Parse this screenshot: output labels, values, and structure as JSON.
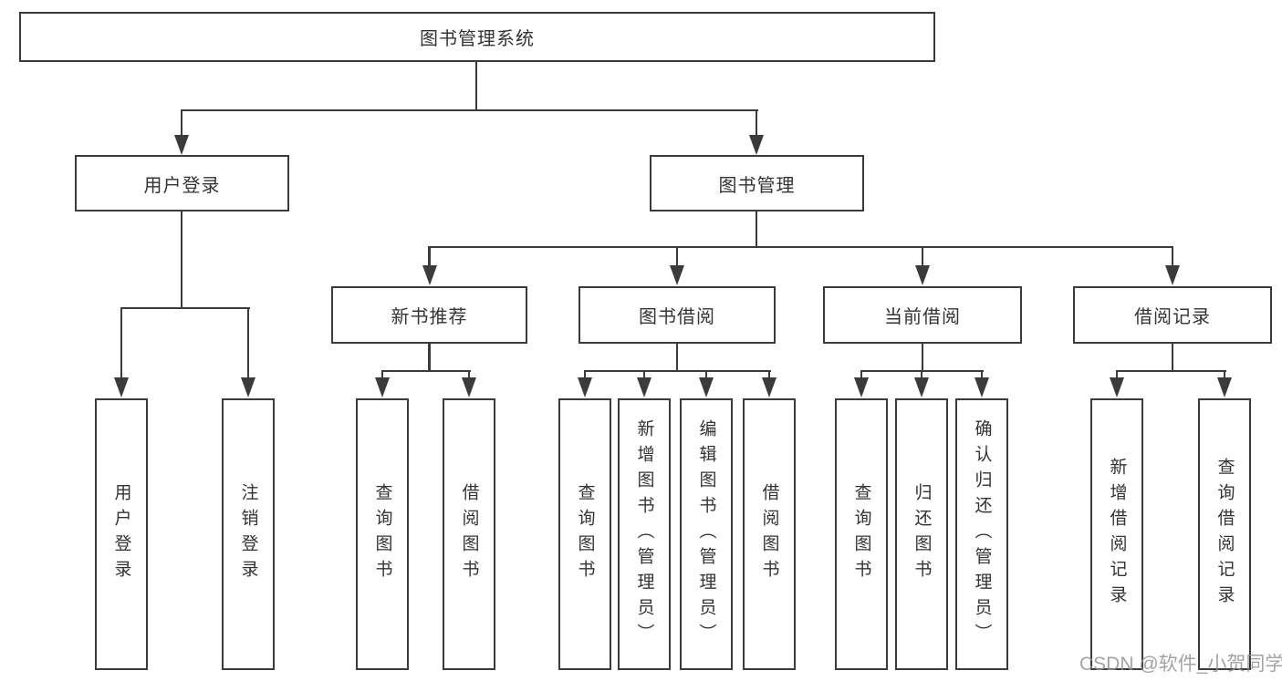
{
  "diagram": {
    "root": {
      "label": "图书管理系统"
    },
    "level2": [
      {
        "label": "用户登录"
      },
      {
        "label": "图书管理"
      }
    ],
    "level3": [
      {
        "label": "新书推荐"
      },
      {
        "label": "图书借阅"
      },
      {
        "label": "当前借阅"
      },
      {
        "label": "借阅记录"
      }
    ],
    "leaves": {
      "user_login": [
        {
          "label": "用户登录"
        },
        {
          "label": "注销登录"
        }
      ],
      "new_book": [
        {
          "label": "查询图书"
        },
        {
          "label": "借阅图书"
        }
      ],
      "book_borrow": [
        {
          "label": "查询图书"
        },
        {
          "label": "新增图书（管理员）"
        },
        {
          "label": "编辑图书（管理员）"
        },
        {
          "label": "借阅图书"
        }
      ],
      "current_borrow": [
        {
          "label": "查询图书"
        },
        {
          "label": "归还图书"
        },
        {
          "label": "确认归还（管理员）"
        }
      ],
      "borrow_record": [
        {
          "label": "新增借阅记录"
        },
        {
          "label": "查询借阅记录"
        }
      ]
    }
  },
  "watermark": {
    "text": "CSDN @软件_小贺同学"
  },
  "colors": {
    "line": "#3b3b3b",
    "text": "#333333",
    "background": "#ffffff",
    "watermark": "#919498"
  }
}
